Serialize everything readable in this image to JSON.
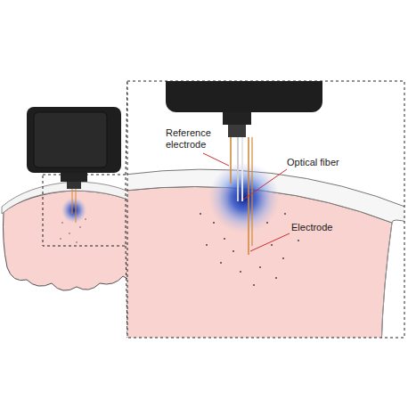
{
  "diagram": {
    "labels": [
      "Reference electrode",
      "Optical fiber",
      "Electrode"
    ]
  }
}
